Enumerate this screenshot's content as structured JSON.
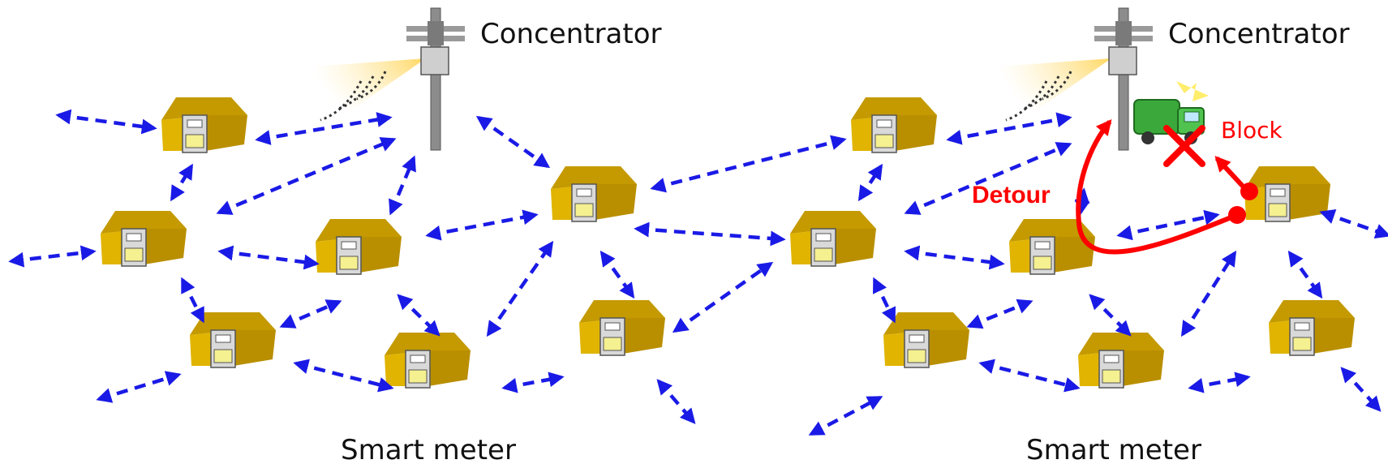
{
  "labels": {
    "concentrator_left": "Concentrator",
    "concentrator_right": "Concentrator",
    "smart_meter_left": "Smart meter",
    "smart_meter_right": "Smart meter",
    "detour": "Detour",
    "block": "Block"
  },
  "colors": {
    "link": "#1a1ae6",
    "house_roof": "#c49a00",
    "house_wall": "#e0b400",
    "house_side": "#b98f00",
    "meter_body": "#d9d9d9",
    "meter_screen": "#f5f090",
    "pole": "#8c8c8c",
    "signal": "#333333",
    "alert": "#ff0000",
    "truck": "#3aa83a"
  },
  "icons": {
    "concentrator": "utility-pole-icon",
    "smart_meter": "house-meter-icon",
    "obstacle": "garbage-truck-icon",
    "block_mark": "x-mark-icon"
  }
}
